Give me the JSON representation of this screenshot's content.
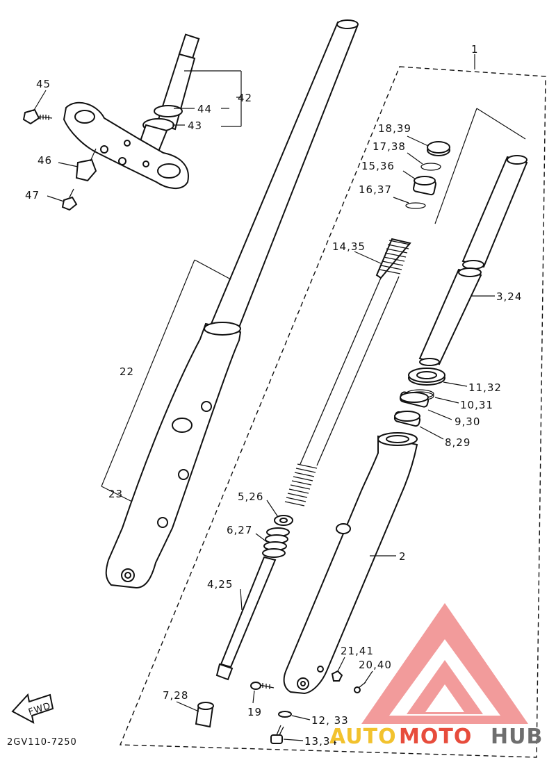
{
  "diagram_code": "2GV110-7250",
  "fwd_label": "FWD",
  "watermark": {
    "part1": "AUTO",
    "part2": "MOTO",
    "part3": "HUB",
    "color1": "#f2c22e",
    "color2": "#e74c3c",
    "color3": "#6e6e6e",
    "logo_color": "#f08a8a"
  },
  "callouts": {
    "c1": "1",
    "c2": "2",
    "c3_24": "3,24",
    "c4_25": "4,25",
    "c5_26": "5,26",
    "c6_27": "6,27",
    "c7_28": "7,28",
    "c8_29": "8,29",
    "c9_30": "9,30",
    "c10_31": "10,31",
    "c11_32": "11,32",
    "c12_33": "12, 33",
    "c13_34": "13,34",
    "c14_35": "14,35",
    "c15_36": "15,36",
    "c16_37": "16,37",
    "c17_38": "17,38",
    "c18_39": "18,39",
    "c19": "19",
    "c20_40": "20,40",
    "c21_41": "21,41",
    "c22": "22",
    "c23": "23",
    "c42": "42",
    "c43": "43",
    "c44": "44",
    "c45": "45",
    "c46": "46",
    "c47": "47"
  }
}
